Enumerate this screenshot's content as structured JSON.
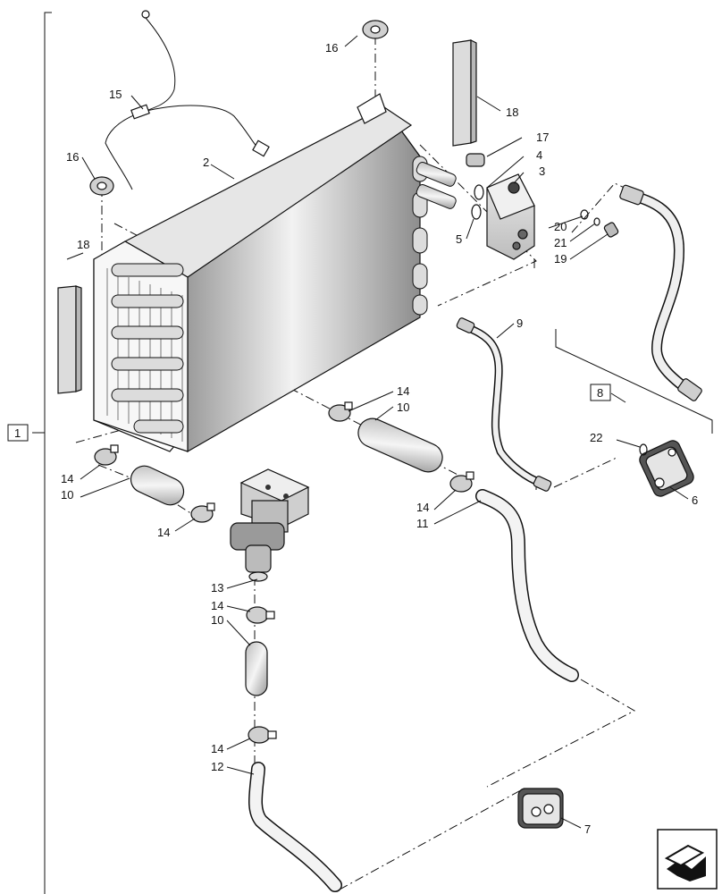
{
  "labels": {
    "l1": "1",
    "l2": "2",
    "l3": "3",
    "l4": "4",
    "l5": "5",
    "l6": "6",
    "l7": "7",
    "l8": "8",
    "l9": "9",
    "l10a": "10",
    "l10b": "10",
    "l10c": "10",
    "l11": "11",
    "l12": "12",
    "l13": "13",
    "l14a": "14",
    "l14b": "14",
    "l14c": "14",
    "l14d": "14",
    "l14e": "14",
    "l14f": "14",
    "l15": "15",
    "l16a": "16",
    "l16b": "16",
    "l17": "17",
    "l18a": "18",
    "l18b": "18",
    "l19": "19",
    "l20": "20",
    "l21": "21",
    "l22": "22"
  },
  "colors": {
    "line": "#111111",
    "metal": "#d9d9d9",
    "metal_dark": "#a8a8a8",
    "rubber": "#3a3a3a"
  },
  "icons": {
    "navigation": "arrow-nav-icon"
  }
}
